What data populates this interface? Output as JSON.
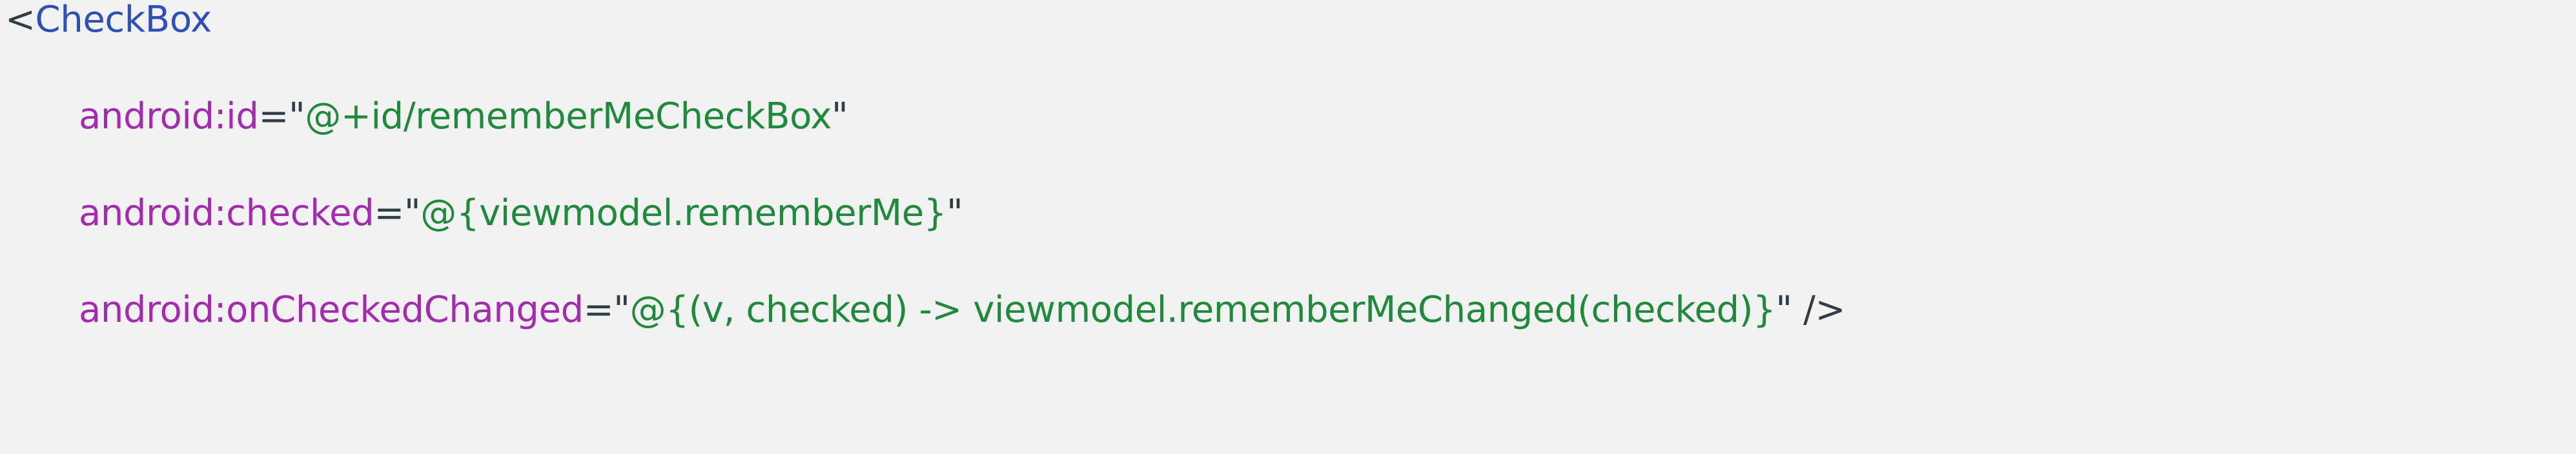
{
  "editor": {
    "background_color": "#f2f2f2",
    "language": "xml",
    "colors": {
      "punctuation": "#2f3e46",
      "tag_name": "#2f4fb8",
      "attribute_name": "#a32bb0",
      "attribute_value": "#1f8a3c",
      "equals": "#2f3e46",
      "quote": "#2f3e46"
    }
  },
  "code": {
    "lines": [
      {
        "indent": 0,
        "tokens": [
          {
            "text": "<",
            "type": "punct"
          },
          {
            "text": "CheckBox",
            "type": "tag"
          }
        ],
        "plain": "<CheckBox"
      },
      {
        "indent": 1,
        "tokens": [
          {
            "text": "android:id",
            "type": "attr"
          },
          {
            "text": "=",
            "type": "eq"
          },
          {
            "text": "\"",
            "type": "quote"
          },
          {
            "text": "@+id/rememberMeCheckBox",
            "type": "string"
          },
          {
            "text": "\"",
            "type": "quote"
          }
        ],
        "plain": "android:id=\"@+id/rememberMeCheckBox\""
      },
      {
        "indent": 1,
        "tokens": [
          {
            "text": "android:checked",
            "type": "attr"
          },
          {
            "text": "=",
            "type": "eq"
          },
          {
            "text": "\"",
            "type": "quote"
          },
          {
            "text": "@{viewmodel.rememberMe}",
            "type": "string"
          },
          {
            "text": "\"",
            "type": "quote"
          }
        ],
        "plain": "android:checked=\"@{viewmodel.rememberMe}\""
      },
      {
        "indent": 1,
        "tokens": [
          {
            "text": "android:onCheckedChanged",
            "type": "attr"
          },
          {
            "text": "=",
            "type": "eq"
          },
          {
            "text": "\"",
            "type": "quote"
          },
          {
            "text": "@{(v, checked) -> viewmodel.rememberMeChanged(checked)}",
            "type": "string"
          },
          {
            "text": "\"",
            "type": "quote"
          },
          {
            "text": " />",
            "type": "selfclose"
          }
        ],
        "plain": "android:onCheckedChanged=\"@{(v, checked) -> viewmodel.rememberMeChanged(checked)}\" />"
      }
    ]
  }
}
